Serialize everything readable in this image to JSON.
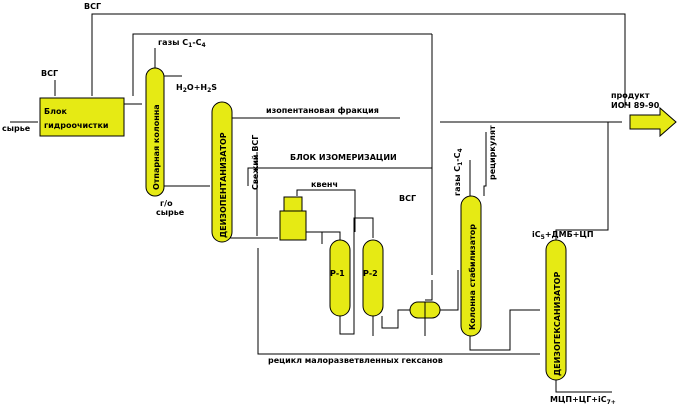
{
  "colors": {
    "equipment": "#e6ea14",
    "line": "#000000",
    "background": "#ffffff"
  },
  "labels": {
    "vsg_top": "ВСГ",
    "vsg_left": "ВСГ",
    "gases_c1c4_top": "газы С",
    "gases_sub_1": "1",
    "gases_sub_4": "4",
    "h2o_h2s": "H",
    "h2o_2": "2",
    "h2o_o_plus_h": "O+H",
    "h2s_2": "2",
    "h2s_s": "S",
    "syrye_left": "сырье",
    "go_syrye_1": "г/о",
    "go_syrye_2": "сырье",
    "isopentane_fraction": "изопентановая фракция",
    "isomerization_block": "БЛОК ИЗОМЕРИЗАЦИИ",
    "fresh_vsg": "Свежий ВСГ",
    "quench": "квенч",
    "vsg_mid": "ВСГ",
    "gases_c1c4_mid": "газы С",
    "recirculate": "рециркулят",
    "product_1": "продукт",
    "product_2": "ИОЧ 89-90",
    "ic5_dmb_cp": "iC",
    "ic5_sub": "5",
    "ic5_rest": "+ДМБ+ЦП",
    "recycle_hexanes": "рецикл малоразветвленных гексанов",
    "mcp_cg_ic7": "МЦП+ЦГ+iC",
    "ic7_sub": "7+"
  },
  "equipment": {
    "hydrotreating_block_1": "Блок",
    "hydrotreating_block_2": "гидроочистки",
    "stripping_column": "Отпарная колонна",
    "deisopentanizer": "ДЕИЗОПЕНТАНИЗАТОР",
    "reactor_1": "Р-1",
    "reactor_2": "Р-2",
    "stabilizer_column": "Колонна стабилизатор",
    "deisohexanizer": "ДЕИЗОГЕКСАНИЗАТОР"
  }
}
